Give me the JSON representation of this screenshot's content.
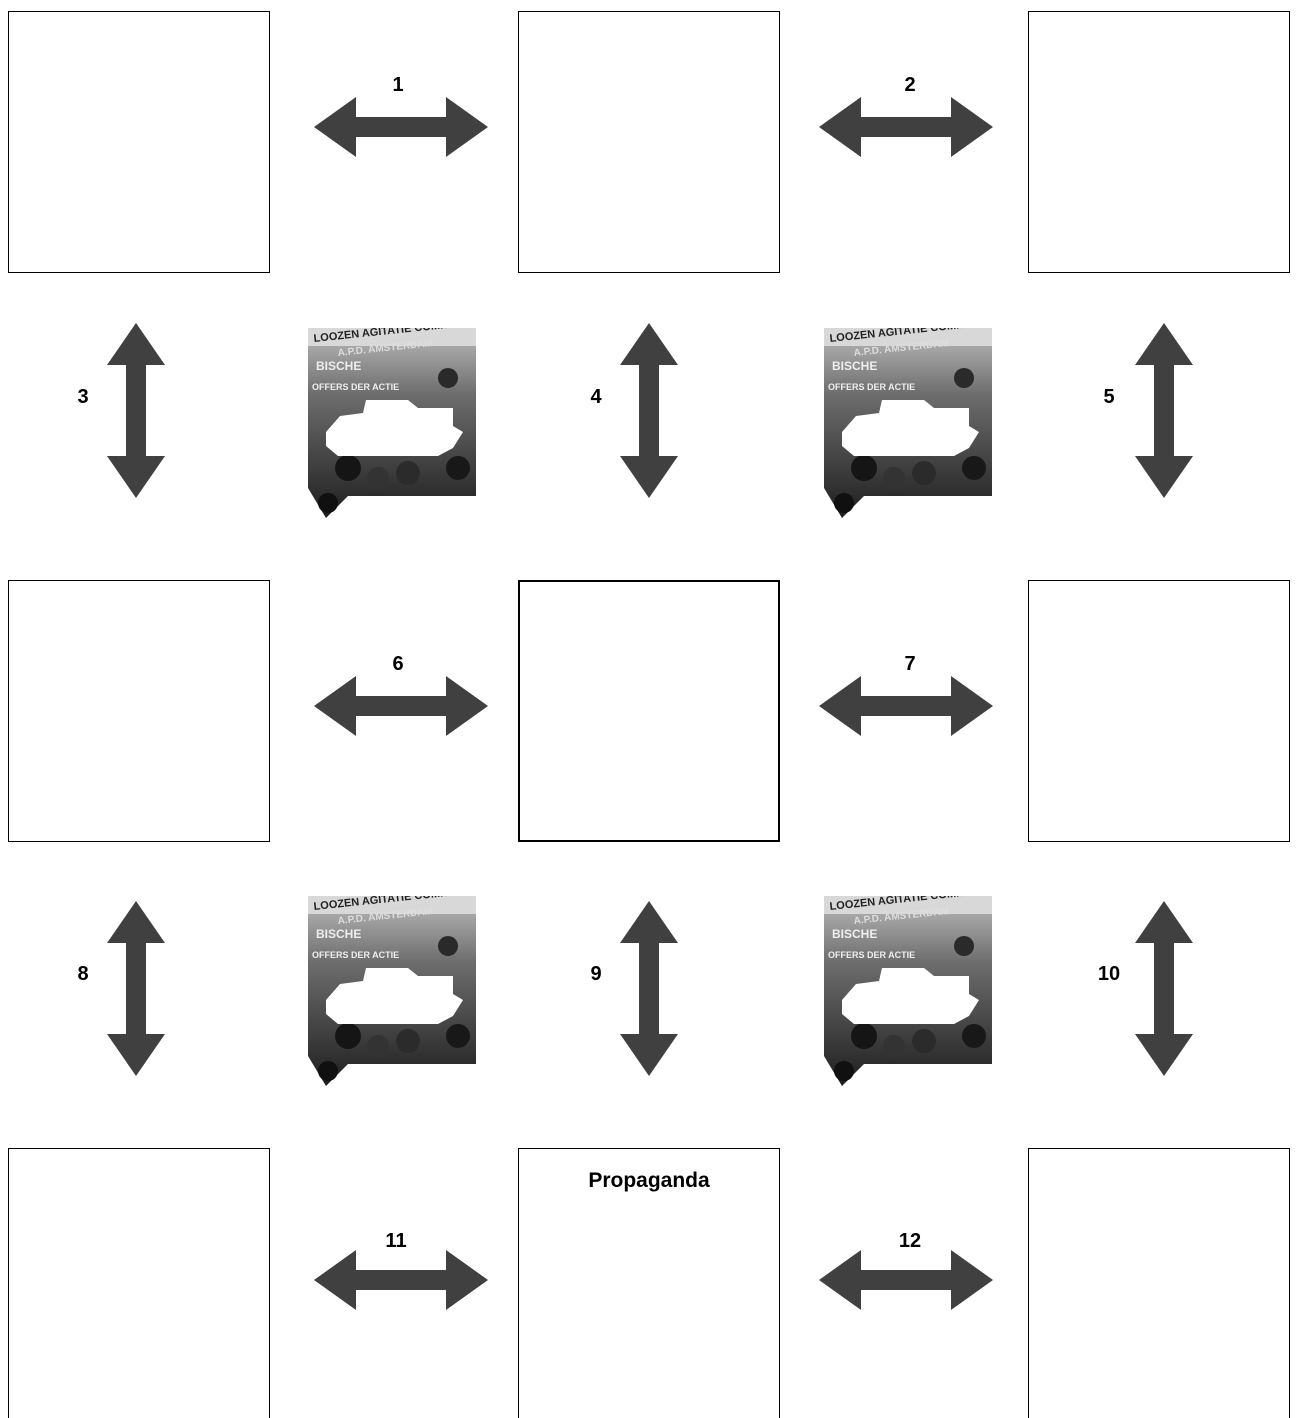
{
  "diagram": {
    "arrow_color": "#404040",
    "boxes": [
      {
        "id": "box-r1-c1",
        "label": ""
      },
      {
        "id": "box-r1-c2",
        "label": ""
      },
      {
        "id": "box-r1-c3",
        "label": ""
      },
      {
        "id": "box-r2-c1",
        "label": ""
      },
      {
        "id": "box-r2-c2",
        "label": ""
      },
      {
        "id": "box-r2-c3",
        "label": ""
      },
      {
        "id": "box-r3-c1",
        "label": ""
      },
      {
        "id": "box-r3-c2",
        "label": "Propaganda"
      },
      {
        "id": "box-r3-c3",
        "label": ""
      }
    ],
    "links": [
      {
        "number": "1",
        "direction": "horizontal"
      },
      {
        "number": "2",
        "direction": "horizontal"
      },
      {
        "number": "3",
        "direction": "vertical"
      },
      {
        "number": "4",
        "direction": "vertical"
      },
      {
        "number": "5",
        "direction": "vertical"
      },
      {
        "number": "6",
        "direction": "horizontal"
      },
      {
        "number": "7",
        "direction": "horizontal"
      },
      {
        "number": "8",
        "direction": "vertical"
      },
      {
        "number": "9",
        "direction": "vertical"
      },
      {
        "number": "10",
        "direction": "vertical"
      },
      {
        "number": "11",
        "direction": "horizontal"
      },
      {
        "number": "12",
        "direction": "horizontal"
      }
    ],
    "photo_banner_lines": [
      "LOOZEN AGITATIE COMITÉ",
      "A.P.D. AMSTERDAM",
      "BISCHE",
      "OFFERS DER ACTIE"
    ]
  }
}
